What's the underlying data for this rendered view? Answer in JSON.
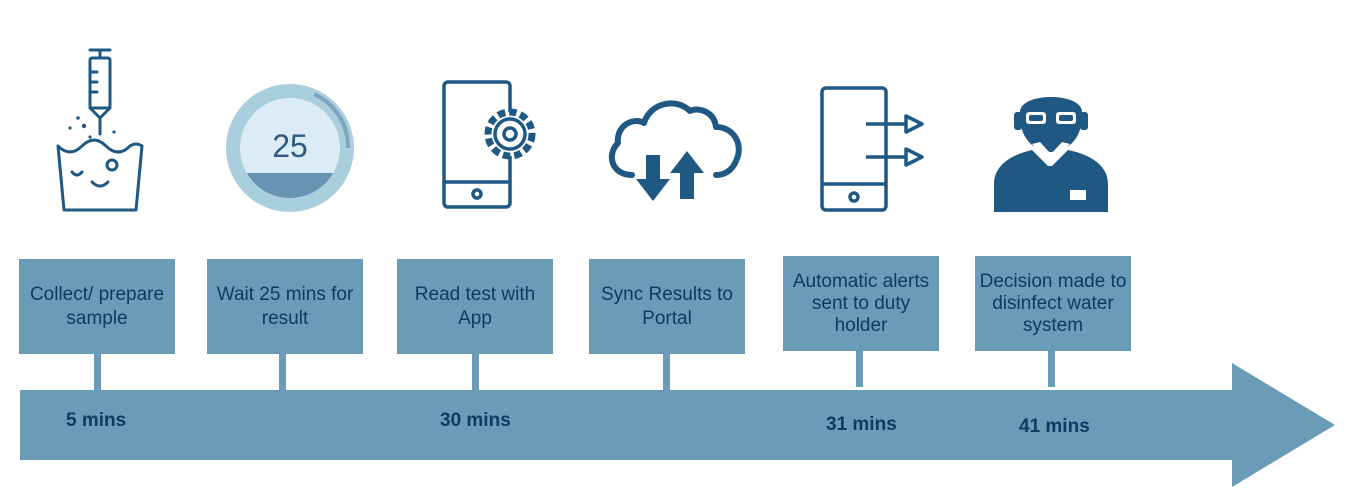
{
  "colors": {
    "icon_dark": "#1f5883",
    "box": "#6a9cb8",
    "text_dark": "#0f3a63",
    "timer_ring": "#a9cfdc",
    "timer_inner": "#dcecf6",
    "timer_fill": "#6a94b3",
    "timer_arc": "#7fa6bf"
  },
  "timer_value": "25",
  "steps": [
    {
      "label": "Collect/ prepare sample",
      "icon": "syringe-beaker-icon"
    },
    {
      "label": "Wait 25 mins for result",
      "icon": "timer-icon"
    },
    {
      "label": "Read test with App",
      "icon": "phone-settings-icon"
    },
    {
      "label": "Sync Results to Portal",
      "icon": "cloud-sync-icon"
    },
    {
      "label": "Automatic alerts sent to duty holder",
      "icon": "phone-alerts-icon"
    },
    {
      "label": "Decision made to disinfect water system",
      "icon": "duty-holder-person-icon"
    }
  ],
  "times": [
    "5 mins",
    "30 mins",
    "31 mins",
    "41 mins"
  ]
}
